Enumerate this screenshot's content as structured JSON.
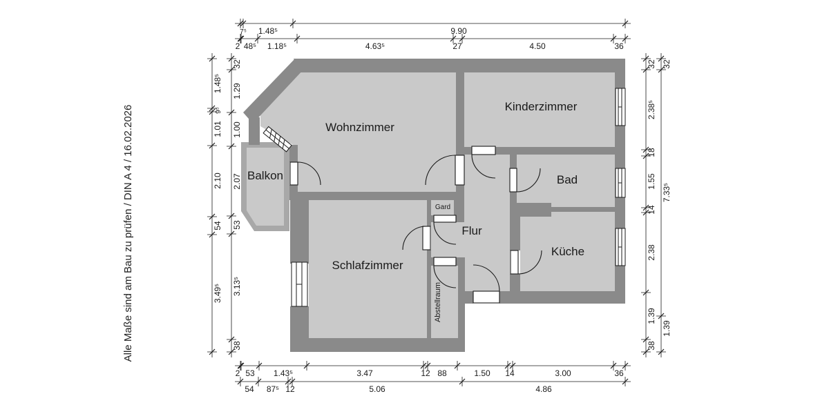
{
  "side_note": {
    "text": "Alle Maße sind am Bau zu prüfen / DIN A 4 / 16.02.2026"
  },
  "rooms": {
    "wohnzimmer": "Wohnzimmer",
    "kinderzimmer": "Kinderzimmer",
    "balkon": "Balkon",
    "bad": "Bad",
    "schlafzimmer": "Schlafzimmer",
    "flur": "Flur",
    "kueche": "Küche",
    "gard": "Gard",
    "abstellraum": "Abstellraum"
  },
  "colors": {
    "wall": "#8a8a8a",
    "floor": "#c9c9c9",
    "balcony_band": "#a8a8a8",
    "line": "#1a1a1a"
  },
  "dimensions": {
    "top_total": [
      "7⁵",
      "1.48⁵",
      "9.90"
    ],
    "top_detail": [
      "2",
      "48⁵",
      "1.18⁵",
      "4.63⁵",
      "27",
      "4.50",
      "36"
    ],
    "bottom_detail": [
      "2",
      "53",
      "1.43⁵",
      "3.47",
      "12",
      "88",
      "1.50",
      "14",
      "3.00",
      "36"
    ],
    "bottom_total": [
      "54",
      "87⁵",
      "12",
      "5.06",
      "4.86"
    ],
    "left_outer": [
      "1.48⁵",
      "9⁵",
      "1.01",
      "2.10",
      "54",
      "3.49⁵"
    ],
    "left_inner": [
      "32",
      "1.29",
      "1.00",
      "2.07",
      "53",
      "3.13⁵",
      "38"
    ],
    "right_inner": [
      "32",
      "2.38⁵",
      "18",
      "1.55",
      "14",
      "2.38",
      "1.39",
      "38"
    ],
    "right_outer": [
      "32",
      "7.33⁵",
      "1.39"
    ]
  }
}
